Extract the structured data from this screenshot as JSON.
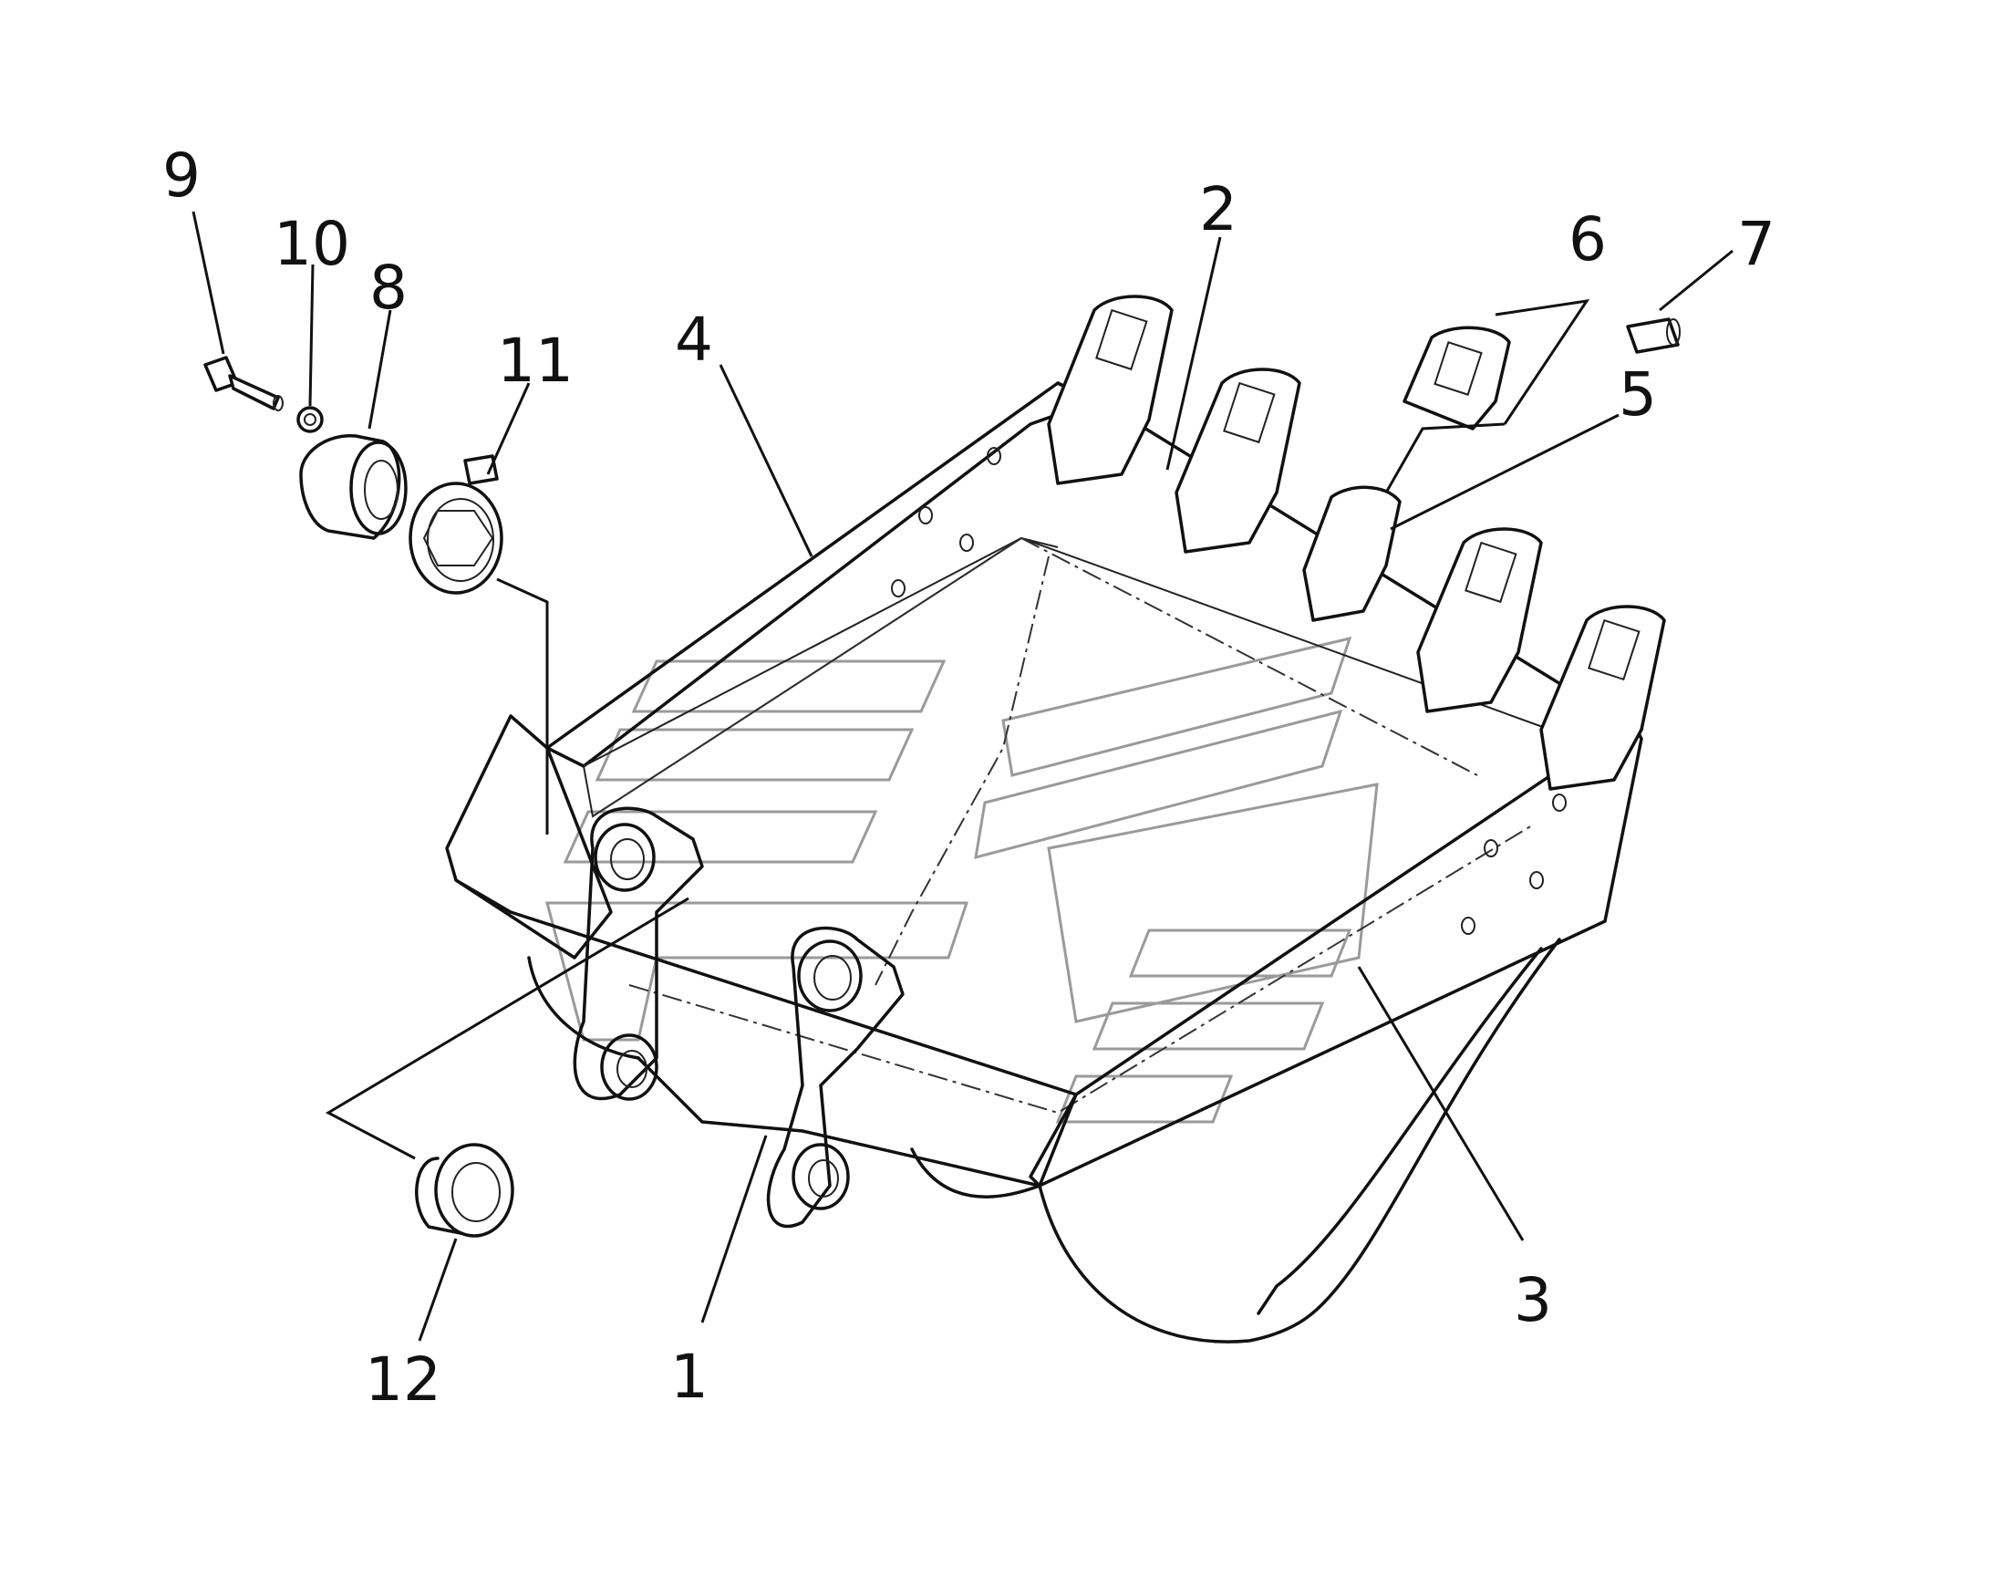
{
  "callouts": {
    "n1": "1",
    "n2": "2",
    "n3": "3",
    "n4": "4",
    "n5": "5",
    "n6": "6",
    "n7": "7",
    "n8": "8",
    "n9": "9",
    "n10": "10",
    "n11": "11",
    "n12": "12"
  },
  "colors": {
    "line": "#111111",
    "watermark": "#9a9a9a",
    "background": "#ffffff"
  }
}
